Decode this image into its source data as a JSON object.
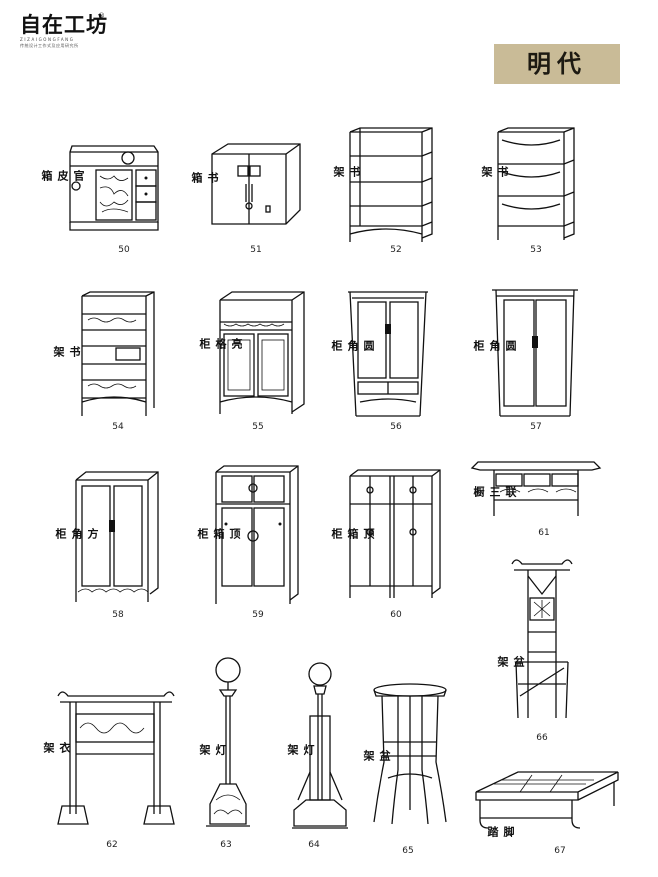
{
  "brand": {
    "name": "自在工坊",
    "registered": "®",
    "pinyin": "ZIZAIGONGFANG",
    "tagline": "传统设计工作式及应用研究所"
  },
  "era_label": "明代",
  "items": [
    {
      "number": "50",
      "label": "官皮箱",
      "icon": "guanpi-box-icon"
    },
    {
      "number": "51",
      "label": "书箱",
      "icon": "book-box-icon"
    },
    {
      "number": "52",
      "label": "书架",
      "icon": "open-shelf-icon"
    },
    {
      "number": "53",
      "label": "书架",
      "icon": "open-shelf-icon"
    },
    {
      "number": "54",
      "label": "书架",
      "icon": "bookcase-icon"
    },
    {
      "number": "55",
      "label": "亮格柜",
      "icon": "display-cabinet-icon"
    },
    {
      "number": "56",
      "label": "圆角柜",
      "icon": "round-corner-cabinet-icon"
    },
    {
      "number": "57",
      "label": "圆角柜",
      "icon": "round-corner-cabinet-icon"
    },
    {
      "number": "58",
      "label": "方角柜",
      "icon": "square-corner-cabinet-icon"
    },
    {
      "number": "59",
      "label": "顶箱柜",
      "icon": "compound-wardrobe-icon"
    },
    {
      "number": "60",
      "label": "顶箱柜",
      "icon": "compound-wardrobe-icon"
    },
    {
      "number": "61",
      "label": "联三橱",
      "icon": "coffer-table-icon"
    },
    {
      "number": "62",
      "label": "衣架",
      "icon": "clothes-rack-icon"
    },
    {
      "number": "63",
      "label": "灯架",
      "icon": "lamp-stand-icon"
    },
    {
      "number": "64",
      "label": "灯架",
      "icon": "lamp-stand-icon"
    },
    {
      "number": "65",
      "label": "盆架",
      "icon": "basin-stand-icon"
    },
    {
      "number": "66",
      "label": "盆架",
      "icon": "tall-basin-stand-icon"
    },
    {
      "number": "67",
      "label": "脚踏",
      "icon": "footstool-icon"
    }
  ]
}
